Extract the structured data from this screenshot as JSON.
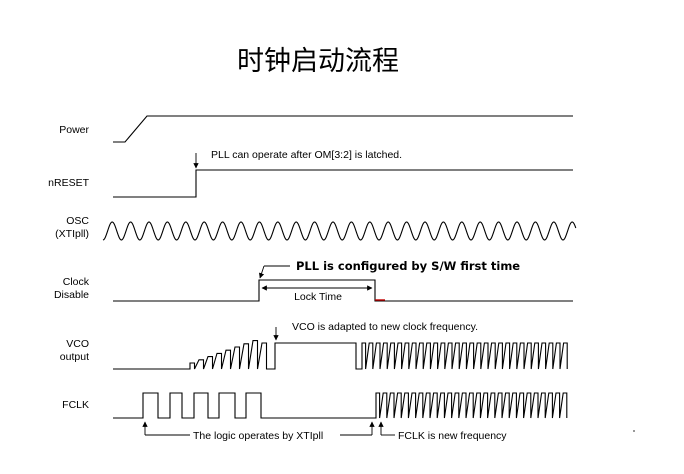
{
  "title": "时钟启动流程",
  "signals": {
    "power": "Power",
    "nreset": "nRESET",
    "osc_line1": "OSC",
    "osc_line2": "(XTIpll)",
    "clock_line1": "Clock",
    "clock_line2": "Disable",
    "vco_line1": "VCO",
    "vco_line2": "output",
    "fclk": "FCLK"
  },
  "annotations": {
    "pll_latch": "PLL can operate after OM[3:2] is latched.",
    "pll_configured": "PLL  is configured  by S/W first time",
    "lock_time": "Lock Time",
    "vco_adapted": "VCO is adapted to new clock frequency.",
    "logic_xtipll": "The logic operates by XTIpll",
    "fclk_new": "FCLK is new frequency"
  }
}
